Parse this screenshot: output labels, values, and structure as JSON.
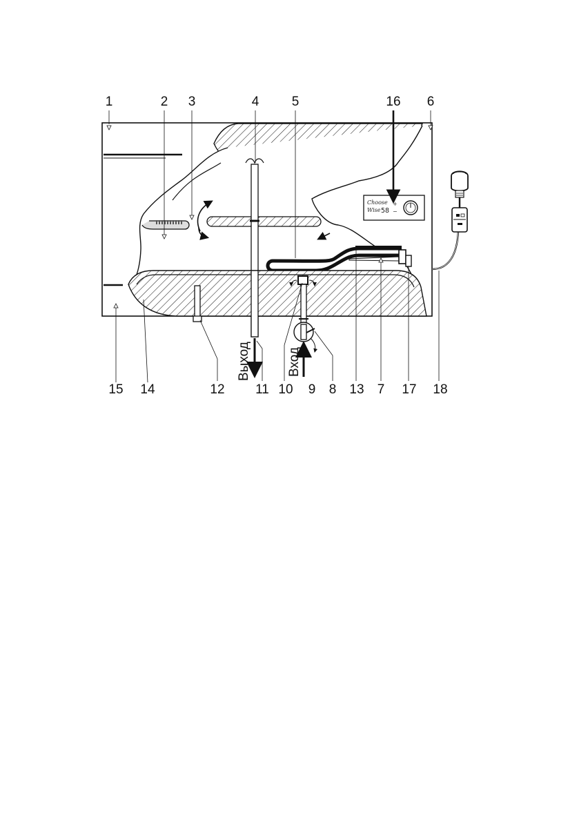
{
  "diagram": {
    "callouts": [
      "1",
      "2",
      "3",
      "4",
      "5",
      "6",
      "7",
      "8",
      "9",
      "10",
      "11",
      "12",
      "13",
      "14",
      "15",
      "16",
      "17",
      "18"
    ],
    "outlet_label": "Выход",
    "inlet_label": "Вход",
    "display": {
      "brand_line1": "Choose",
      "brand_line2": "Wise",
      "temperature": "58",
      "up_symbol": "+",
      "down_symbol": "−"
    }
  }
}
